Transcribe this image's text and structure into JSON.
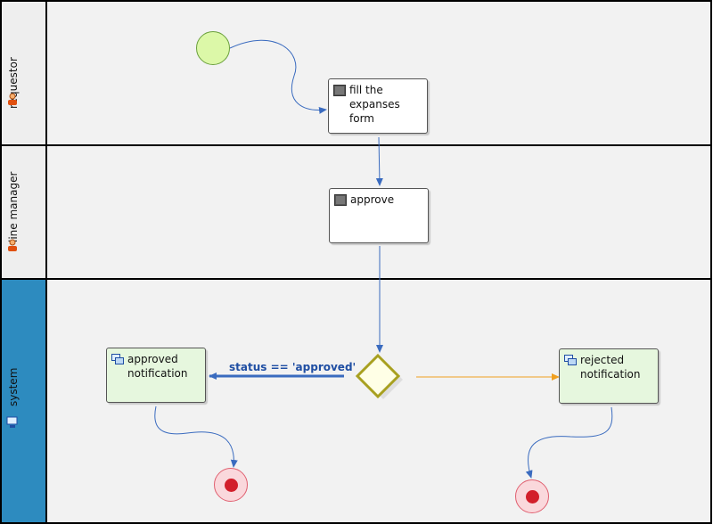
{
  "lanes": [
    {
      "id": "requestor",
      "label": "requestor",
      "icon": "user-icon"
    },
    {
      "id": "line_manager",
      "label": "line manager",
      "icon": "user-icon"
    },
    {
      "id": "system",
      "label": "system",
      "icon": "computer-icon"
    }
  ],
  "tasks": {
    "fill_form": {
      "label": "fill the\nexpanses form",
      "icon": "human-task-icon"
    },
    "approve": {
      "label": "approve",
      "icon": "human-task-icon"
    },
    "approved_notification": {
      "label": "approved\nnotification",
      "icon": "service-task-icon"
    },
    "rejected_notification": {
      "label": "rejected\nnotification",
      "icon": "service-task-icon"
    }
  },
  "gateway": {
    "icon": "exclusive-gateway-icon"
  },
  "transitions": {
    "approved_condition": "status == 'approved'"
  },
  "colors": {
    "lane_border": "#000000",
    "system_lane_header": "#2d8bbf",
    "flow": "#3a6bbf",
    "default_flow": "#f0a020",
    "start_event": "#dcf8a8",
    "end_event": "#d21f2b",
    "gateway": "#a8a020"
  }
}
